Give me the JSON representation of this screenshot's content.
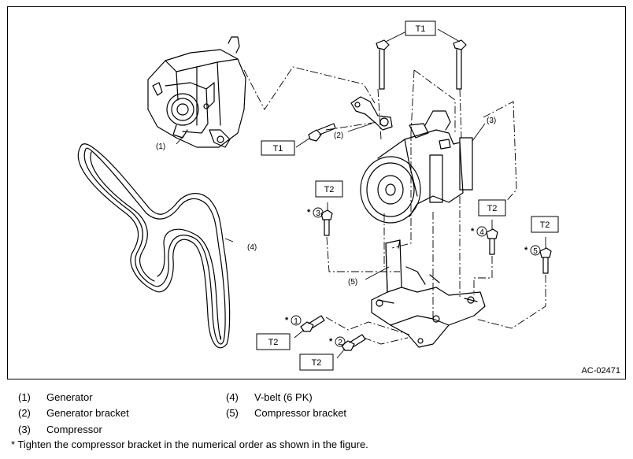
{
  "figure": {
    "code": "AC-02471",
    "callouts": {
      "c1": "(1)",
      "c2": "(2)",
      "c3": "(3)",
      "c4": "(4)",
      "c5": "(5)"
    },
    "torque_boxes": {
      "t1_top": "T1",
      "t1_left": "T1",
      "t2_bolt3": "T2",
      "t2_bolt4": "T2",
      "t2_bolt5": "T2",
      "t2_bolt1": "T2",
      "t2_bolt2": "T2"
    },
    "order_marks": {
      "m1": "1",
      "m2": "2",
      "m3": "3",
      "m4": "4",
      "m5": "5",
      "asterisk": "*"
    }
  },
  "legend": {
    "items": [
      {
        "num": "(1)",
        "label": "Generator"
      },
      {
        "num": "(2)",
        "label": "Generator bracket"
      },
      {
        "num": "(3)",
        "label": "Compressor"
      },
      {
        "num": "(4)",
        "label": "V-belt (6 PK)"
      },
      {
        "num": "(5)",
        "label": "Compressor bracket"
      }
    ],
    "note": "* Tighten the compressor bracket in the numerical order as shown in the figure."
  }
}
